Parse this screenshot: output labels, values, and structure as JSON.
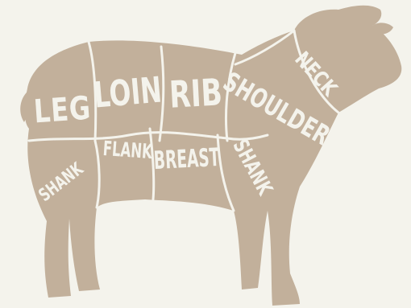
{
  "diagram": {
    "colors": {
      "background": "#f4f3ec",
      "body": "#c2b09b",
      "lines": "#f4f3ec",
      "text": "#f4f3ec"
    },
    "cuts": {
      "leg": "LEG",
      "loin": "LOIN",
      "rib": "RIB",
      "shoulder": "SHOULDER",
      "neck": "NECK",
      "shank_rear": "SHANK",
      "flank": "FLANK",
      "breast": "BREAST",
      "shank_front": "SHANK"
    }
  }
}
